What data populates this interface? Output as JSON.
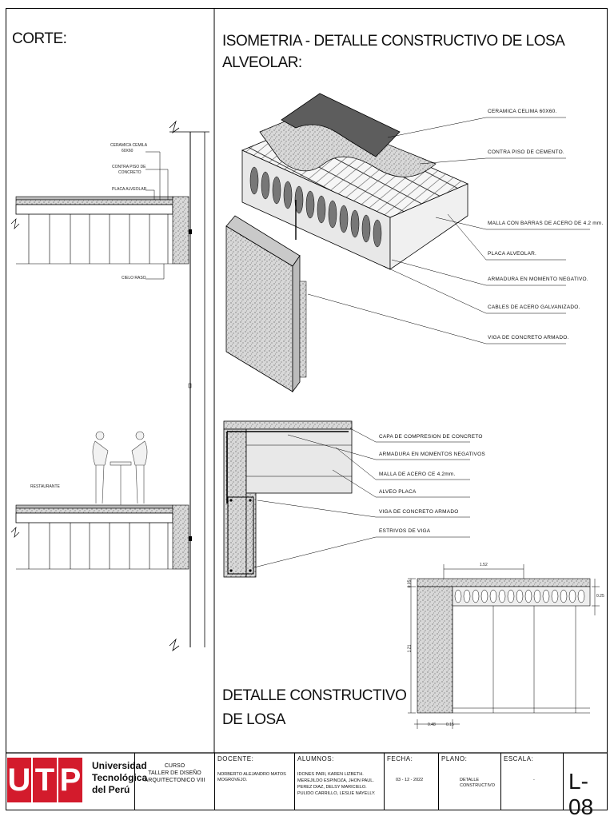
{
  "titles": {
    "corte": "CORTE:",
    "isometria_l1": "ISOMETRIA - DETALLE CONSTRUCTIVO DE LOSA",
    "isometria_l2": "ALVEOLAR:",
    "detalle_l1": "DETALLE CONSTRUCTIVO",
    "detalle_l2": "DE LOSA"
  },
  "corte_labels": {
    "ceramica_1": "CERAMICA CEMILA",
    "ceramica_2": "60X60",
    "contrapiso_1": "CONTRA PISO DE",
    "contrapiso_2": "CONCRETO",
    "placa": "PLACA ALVEOLAR",
    "cielo": "CIELO RASO",
    "restaurante": "RESTAURANTE"
  },
  "iso_labels": [
    "CERAMICA CELIMA 60X60.",
    "CONTRA PISO DE CEMENTO.",
    "MALLA CON BARRAS DE ACERO DE 4.2 mm.",
    "PLACA ALVEOLAR.",
    "ARMADURA EN MOMENTO NEGATIVO.",
    "CABLES DE ACERO GALVANIZADO.",
    "VIGA DE CONCRETO ARMADO."
  ],
  "section_labels": [
    "CAPA DE COMPRESION DE CONCRETO",
    "ARMADURA EN MOMENTOS NEGATIVOS",
    "MALLA DE ACERO CE 4.2mm.",
    "ALVEO PLACA",
    "VIGA DE CONCRETO ARMADO",
    "ESTRIVOS DE VIGA"
  ],
  "dimensions": {
    "d152": "1.52",
    "d005": "0.05",
    "d025": "0.25",
    "d121": "1.21",
    "d048": "0.48",
    "d015": "0.15"
  },
  "title_block": {
    "university_l1": "Universidad",
    "university_l2": "Tecnológica",
    "university_l3": "del Perú",
    "logo_letters": [
      "U",
      "T",
      "P"
    ],
    "brand_color": "#d31b2c",
    "curso_l1": "CURSO",
    "curso_l2": "TALLER DE DISEÑO",
    "curso_l3": "ARQUITECTONICO VIII",
    "docente_h": "DOCENTE:",
    "docente_l1": "NORBERTO ALEJANDRO MATOS",
    "docente_l2": "MOGROVEJO.",
    "alumnos_h": "ALUMNOS:",
    "alumnos_l1": "IDONES PARI, KAREN LIZBETH.",
    "alumnos_l2": "MEREJILDO ESPINOZA, JHON PAUL.",
    "alumnos_l3": "PEREZ DIAZ, DELSY MARICIELO.",
    "alumnos_l4": "PULIDO CARRILLO, LESLIE NAYELLY.",
    "fecha_h": "FECHA:",
    "fecha": "03 - 12 - 2022",
    "plano_h": "PLANO:",
    "plano_l1": "DETALLE",
    "plano_l2": "CONSTRUCTIVO",
    "escala_h": "ESCALA:",
    "escala": "-",
    "sheet": "L-08"
  }
}
